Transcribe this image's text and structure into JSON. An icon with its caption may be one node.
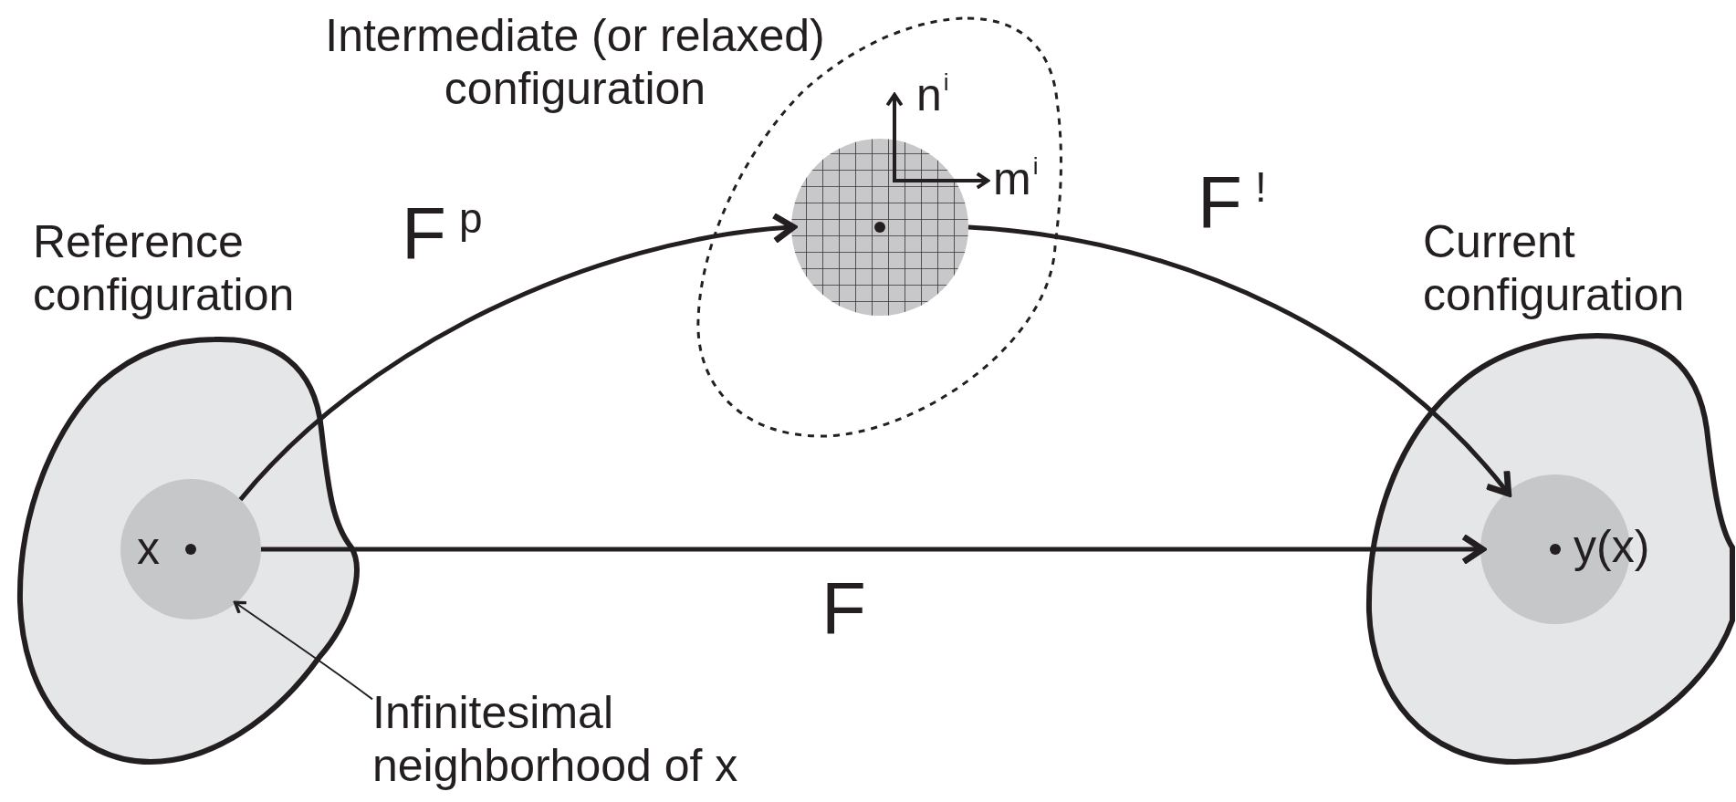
{
  "diagram": {
    "nodes": [
      {
        "text": [
          "Reference configuration"
        ]
      },
      {
        "text": [
          "x"
        ],
        "in": 0
      },
      {
        "text": [
          "Intermediate (or relaxed) configuration"
        ]
      },
      {
        "text": [],
        "shape": "circle",
        "in": 2
      },
      {
        "text": [
          "Current configuration"
        ]
      },
      {
        "text": [
          "y(x)"
        ],
        "in": 4
      },
      {
        "text": [
          "Infinitesimal neighborhood of x"
        ]
      }
    ],
    "edges": [
      {
        "from": 1,
        "to": 3,
        "arrow": "to",
        "label": "F$^{p}$"
      },
      {
        "from": 3,
        "to": 5,
        "arrow": "to",
        "label": "F$^{!}$"
      },
      {
        "from": 1,
        "to": 5,
        "arrow": "to",
        "label": "F"
      },
      {
        "from": 6,
        "to": 1,
        "arrow": "to"
      }
    ],
    "labels": [
      "n$^{i}$",
      "m$^{i}$"
    ]
  }
}
